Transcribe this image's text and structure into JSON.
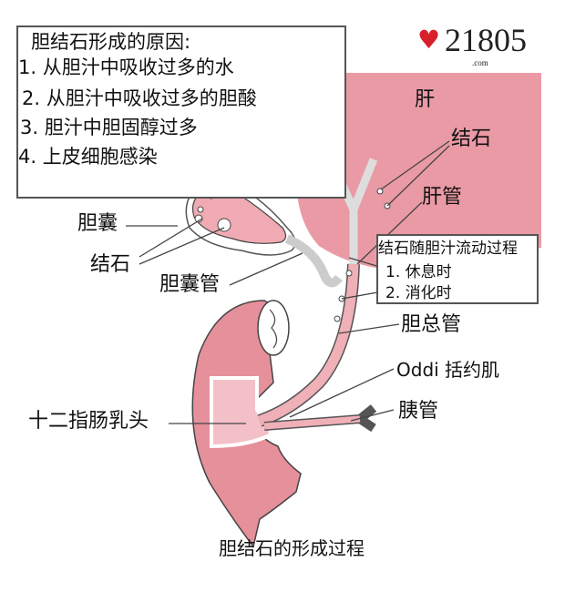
{
  "logo": {
    "text": "21805",
    "sub": ".com"
  },
  "causes": {
    "title": "胆结石形成的原因:",
    "items": [
      "1. 从胆汁中吸收过多的水",
      "2. 从胆汁中吸收过多的胆酸",
      "3. 胆汁中胆固醇过多",
      "4. 上皮细胞感染"
    ]
  },
  "flow": {
    "title": "结石随胆汁流动过程",
    "items": [
      "1. 休息时",
      "2. 消化时"
    ]
  },
  "labels": {
    "liver": "肝",
    "stones_liver": "结石",
    "hepatic_duct": "肝管",
    "gallbladder": "胆囊",
    "stones_gb": "结石",
    "cystic_duct": "胆囊管",
    "common_bile_duct": "胆总管",
    "oddi": "Oddi 括约肌",
    "pancreatic_duct": "胰管",
    "papilla": "十二指肠乳头"
  },
  "caption": "胆结石的形成过程",
  "colors": {
    "pink": "#e9909c",
    "light_pink": "#f4c3c9",
    "outline": "#555555"
  }
}
